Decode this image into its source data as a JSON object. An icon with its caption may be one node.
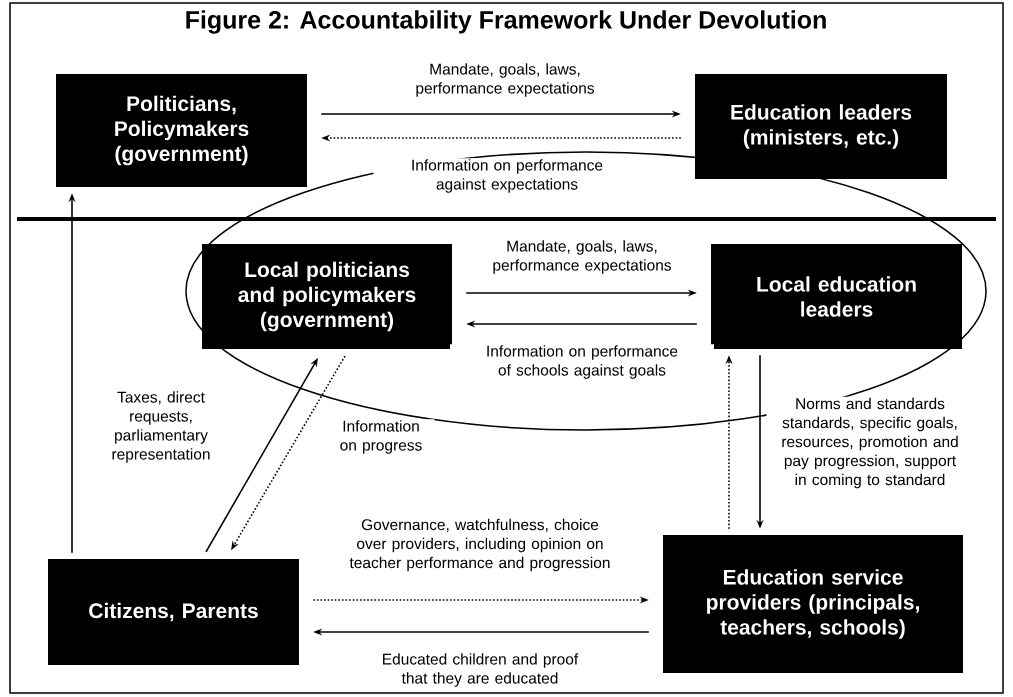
{
  "diagram": {
    "title": "Figure 2: Accountability Framework Under Devolution",
    "nodes": [
      {
        "text": [
          "Politicians, Policymakers (government)"
        ]
      },
      {
        "text": [
          "Education leaders (ministers, etc.)"
        ]
      },
      {
        "text": [
          "Local politicians and policymakers (government)"
        ]
      },
      {
        "text": [
          "Local education leaders"
        ]
      },
      {
        "text": [
          "Citizens, Parents"
        ]
      },
      {
        "text": [
          "Education service providers (principals, teachers, schools)"
        ]
      }
    ],
    "edges": [
      {
        "from": 0,
        "to": 1,
        "arrow": "to",
        "label": "Mandate, goals, laws, performance expectations"
      },
      {
        "from": 1,
        "to": 0,
        "arrow": "to",
        "style": "dashed",
        "label": "Information on performance against expectations"
      },
      {
        "from": 2,
        "to": 3,
        "arrow": "to",
        "label": "Mandate, goals, laws, performance expectations"
      },
      {
        "from": 3,
        "to": 2,
        "arrow": "to",
        "label": "Information on performance of schools against goals"
      },
      {
        "from": 4,
        "to": 0,
        "arrow": "to",
        "label": "Taxes, direct requests, parliamentary representation"
      },
      {
        "from": 4,
        "to": 2,
        "arrow": "to"
      },
      {
        "from": 2,
        "to": 4,
        "arrow": "to",
        "style": "dashed",
        "label": "Information on progress"
      },
      {
        "from": 5,
        "to": 3,
        "arrow": "to",
        "style": "dashed"
      },
      {
        "from": 3,
        "to": 5,
        "arrow": "to",
        "label": "Norms and standards standards, specific goals, resources, promotion and pay progression, support in coming to standard"
      },
      {
        "from": 4,
        "to": 5,
        "arrow": "to",
        "style": "dashed",
        "label": "Governance, watchfulness, choice over providers, including opinion on teacher performance and progression"
      },
      {
        "from": 5,
        "to": 4,
        "arrow": "to",
        "label": "Educated children and proof that they are educated"
      }
    ]
  }
}
